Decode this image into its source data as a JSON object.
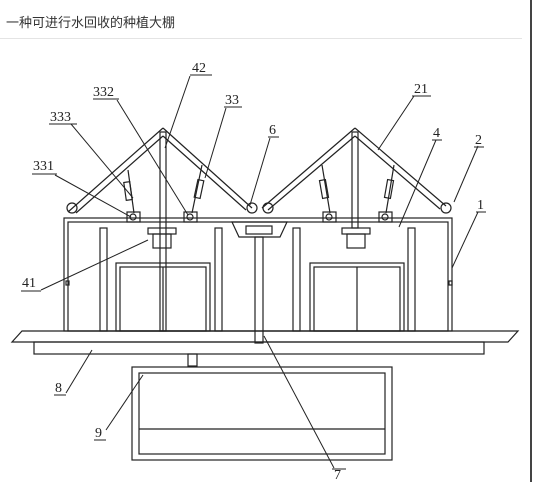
{
  "page": {
    "title": "一种可进行水回收的种植大棚"
  },
  "labels": {
    "l42": "42",
    "l332": "332",
    "l33": "33",
    "l333": "333",
    "l6": "6",
    "l21": "21",
    "l4": "4",
    "l2": "2",
    "l331": "331",
    "l1": "1",
    "l41": "41",
    "l8": "8",
    "l9": "9",
    "l7": "7"
  },
  "colors": {
    "line": "#222222",
    "background": "#ffffff"
  }
}
